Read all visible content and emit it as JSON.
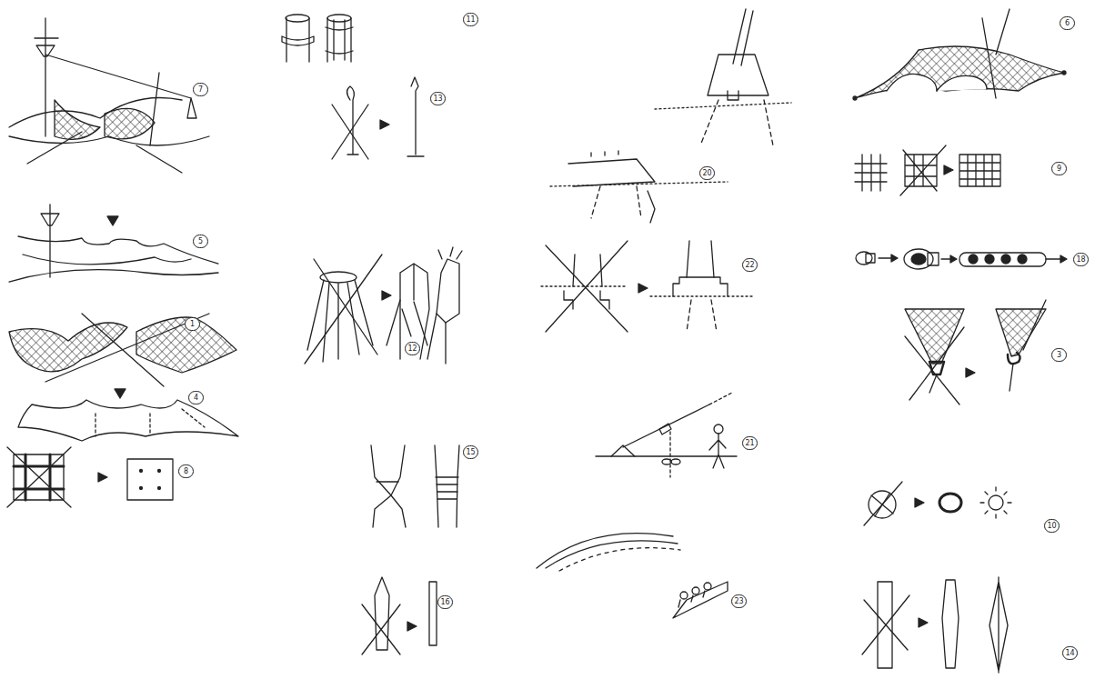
{
  "diagram": {
    "labels": [
      "7",
      "5",
      "1",
      "4",
      "8",
      "11",
      "13",
      "12",
      "15",
      "16",
      "20",
      "22",
      "21",
      "23",
      "6",
      "9",
      "18",
      "3",
      "10",
      "14"
    ]
  }
}
